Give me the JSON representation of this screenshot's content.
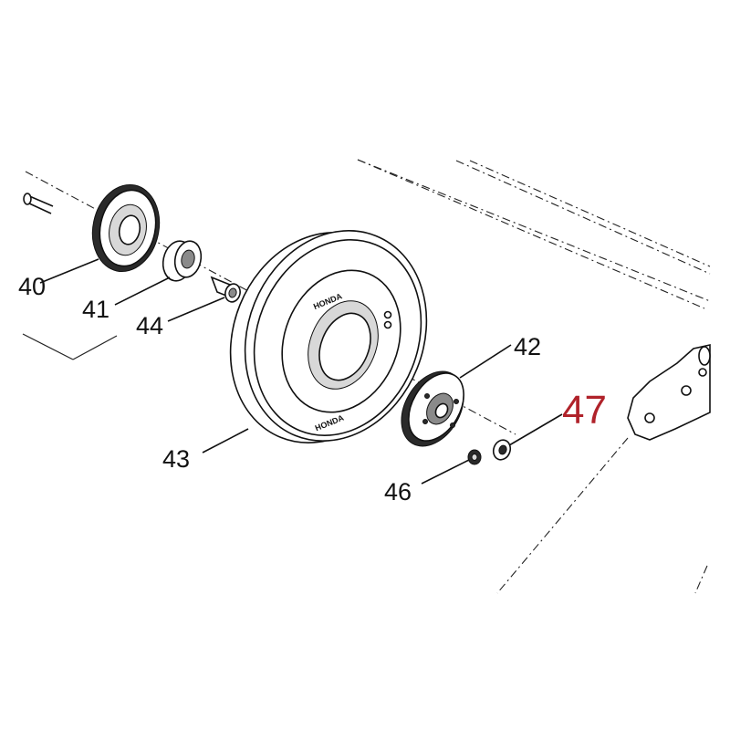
{
  "labels": {
    "p40": "40",
    "p41": "41",
    "p42": "42",
    "p43": "43",
    "p44": "44",
    "p46": "46",
    "p47": "47"
  },
  "wheel_text": {
    "top": "HONDA",
    "bottom": "HONDA"
  },
  "colors": {
    "highlight": "#b0222a",
    "ink": "#111111"
  }
}
